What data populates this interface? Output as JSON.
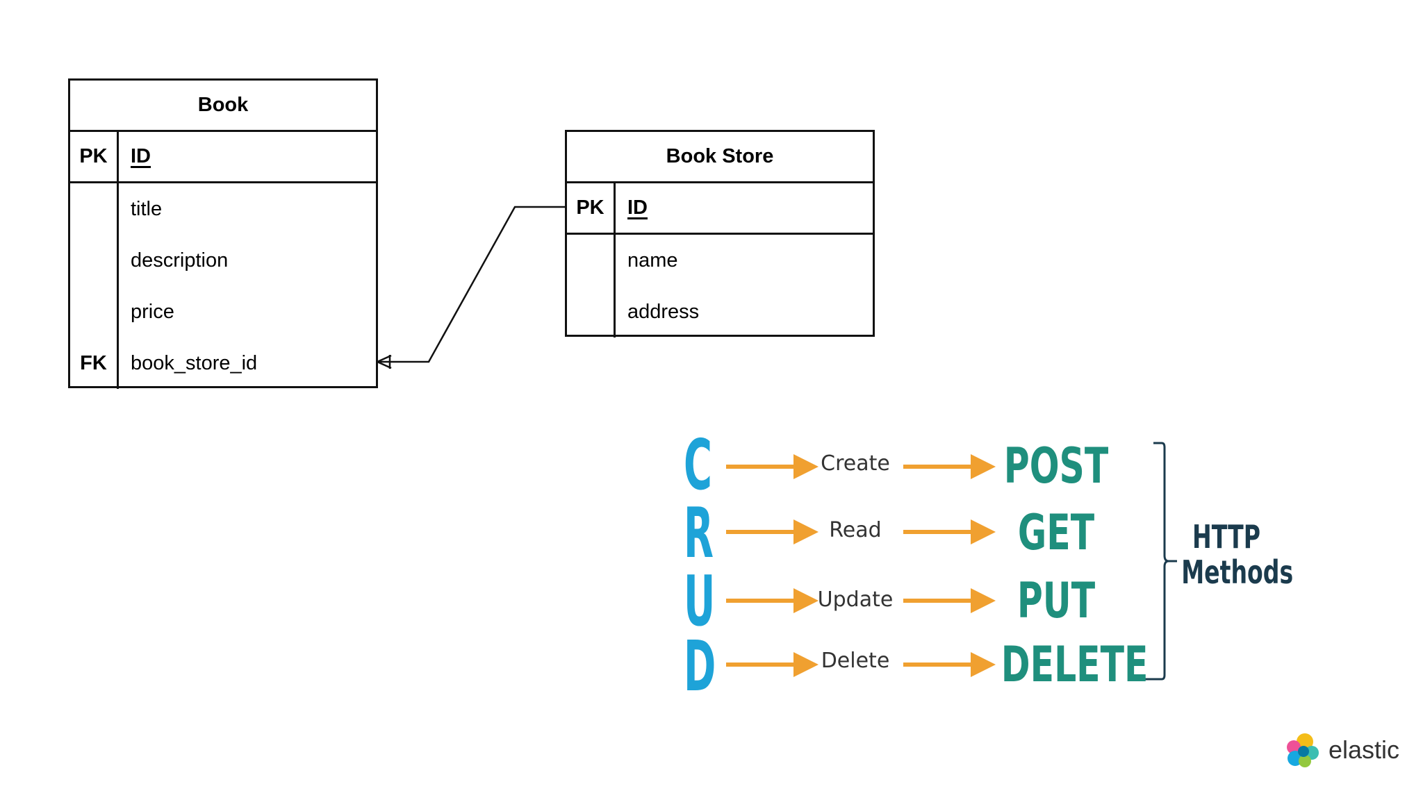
{
  "erd": {
    "book": {
      "title": "Book",
      "pk_label": "PK",
      "pk_field": "ID",
      "fields": [
        "title",
        "description",
        "price",
        "book_store_id"
      ],
      "fk_label": "FK"
    },
    "book_store": {
      "title": "Book Store",
      "pk_label": "PK",
      "pk_field": "ID",
      "fields": [
        "name",
        "address"
      ]
    }
  },
  "crud": {
    "letters": [
      "C",
      "R",
      "U",
      "D"
    ],
    "operations": [
      "Create",
      "Read",
      "Update",
      "Delete"
    ],
    "methods": [
      "POST",
      "GET",
      "PUT",
      "DELETE"
    ],
    "group_label_line1": "HTTP",
    "group_label_line2": "Methods",
    "colors": {
      "letters": "#1ea3d8",
      "arrows": "#f0a030",
      "methods": "#1f8f7d",
      "group_label": "#1b3b4d"
    }
  },
  "brand": {
    "logo_text": "elastic"
  }
}
